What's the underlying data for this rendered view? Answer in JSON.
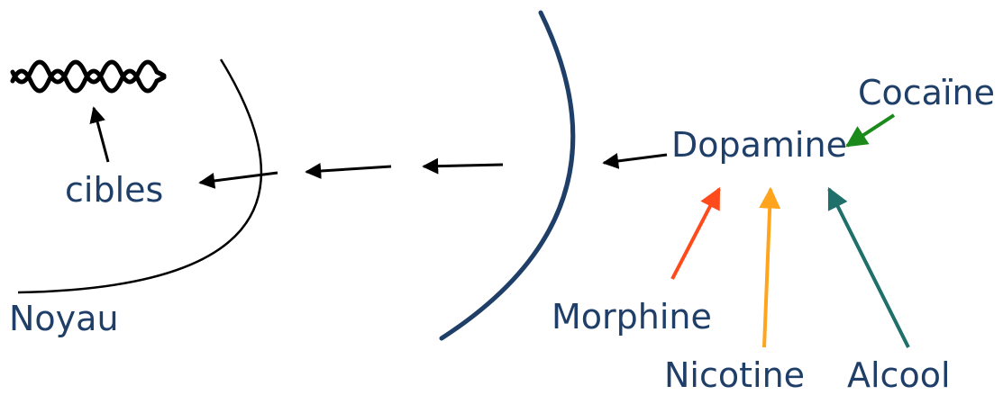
{
  "labels": {
    "dopamine": "Dopamine",
    "cocaine": "Cocaïne",
    "cibles": "cibles",
    "noyau": "Noyau",
    "morphine": "Morphine",
    "nicotine": "Nicotine",
    "alcool": "Alcool"
  },
  "colors": {
    "text": "#1f3f68",
    "outer_membrane": "#1f3f68",
    "nucleus": "#000000",
    "signal_arrows": "#000000",
    "cocaine_arrow": "#1a8a1a",
    "morphine_arrow": "#ff4a1c",
    "nicotine_arrow": "#ffa41c",
    "alcool_arrow": "#1f6f6b"
  },
  "icons": {
    "dna": "dna-helix-icon"
  }
}
